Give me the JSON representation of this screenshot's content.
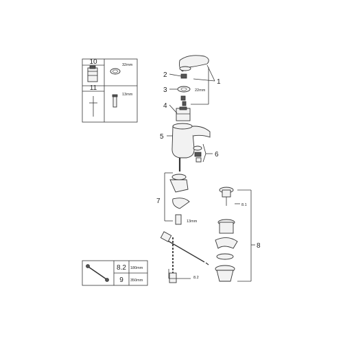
{
  "callouts": {
    "p1": "1",
    "p2": "2",
    "p3": "3",
    "p4": "4",
    "p5": "5",
    "p6": "6",
    "p7": "7",
    "p8": "8",
    "p81": "8.1",
    "p82": "8.2"
  },
  "dimensions": {
    "d_22": "22mm",
    "d_13": "13mm"
  },
  "box_top": {
    "row1_num": "10",
    "row1_size": "32mm",
    "row2_num": "11",
    "row2_size": "13mm"
  },
  "box_bottom": {
    "row1_num": "8.2",
    "row1_size": "180mm",
    "row2_num": "9",
    "row2_size": "350mm"
  }
}
